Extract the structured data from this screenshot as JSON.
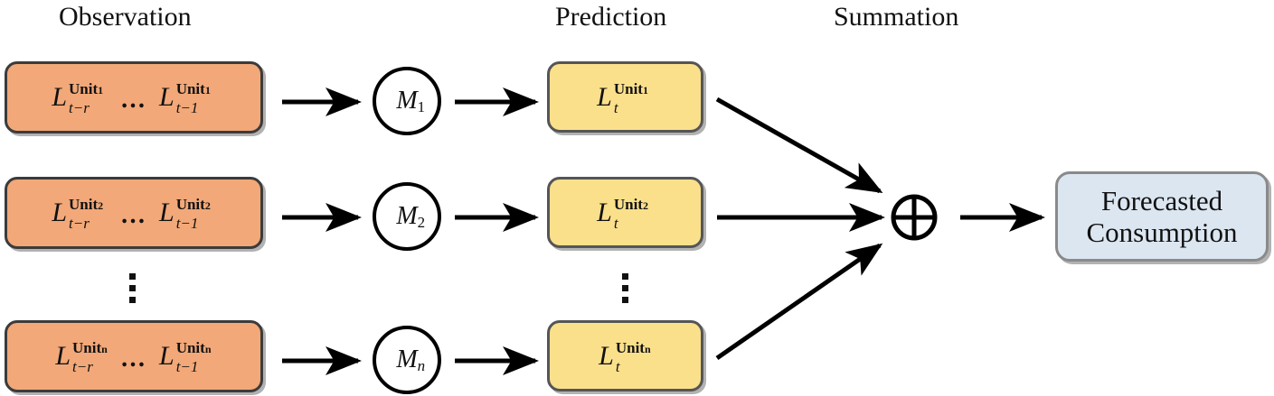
{
  "headers": {
    "observation": "Observation",
    "prediction": "Prediction",
    "summation": "Summation"
  },
  "colors": {
    "observation_fill": "#F2A878",
    "observation_stroke": "#3B3B3B",
    "prediction_fill": "#FBE08C",
    "prediction_stroke": "#555555",
    "result_fill": "#DCE6F1",
    "result_stroke": "#8A8A8A",
    "arrow": "#000000",
    "text": "#111111"
  },
  "rows": [
    {
      "index": "1",
      "observation": {
        "first_base": "L",
        "first_sup": "Unit",
        "first_sup_index": "1",
        "first_sub": "t−r",
        "ellipsis": "…",
        "last_base": "L",
        "last_sup": "Unit",
        "last_sup_index": "1",
        "last_sub": "t−1",
        "text": "L^{Unit_1}_{t-r} ... L^{Unit_1}_{t-1}"
      },
      "model": {
        "base": "M",
        "sub": "1",
        "text": "M_1"
      },
      "prediction": {
        "base": "L",
        "sup": "Unit",
        "sup_index": "1",
        "sub": "t",
        "text": "L^{Unit_1}_t"
      }
    },
    {
      "index": "2",
      "observation": {
        "first_base": "L",
        "first_sup": "Unit",
        "first_sup_index": "2",
        "first_sub": "t−r",
        "ellipsis": "…",
        "last_base": "L",
        "last_sup": "Unit",
        "last_sup_index": "2",
        "last_sub": "t−1",
        "text": "L^{Unit_2}_{t-r} ... L^{Unit_2}_{t-1}"
      },
      "model": {
        "base": "M",
        "sub": "2",
        "text": "M_2"
      },
      "prediction": {
        "base": "L",
        "sup": "Unit",
        "sup_index": "2",
        "sub": "t",
        "text": "L^{Unit_2}_t"
      }
    },
    {
      "index": "n",
      "observation": {
        "first_base": "L",
        "first_sup": "Unit",
        "first_sup_index": "n",
        "first_sub": "t−r",
        "ellipsis": "…",
        "last_base": "L",
        "last_sup": "Unit",
        "last_sup_index": "n",
        "last_sub": "t−1",
        "text": "L^{Unit_n}_{t-r} ... L^{Unit_n}_{t-1}"
      },
      "model": {
        "base": "M",
        "sub": "n",
        "text": "M_n"
      },
      "prediction": {
        "base": "L",
        "sup": "Unit",
        "sup_index": "n",
        "sub": "t",
        "text": "L^{Unit_n}_t"
      }
    }
  ],
  "summation": {
    "symbol": "⊕",
    "name": "circled-plus"
  },
  "result": {
    "line1": "Forecasted",
    "line2": "Consumption"
  },
  "ellipsis": {
    "horizontal": "…",
    "vertical": "⋮"
  }
}
